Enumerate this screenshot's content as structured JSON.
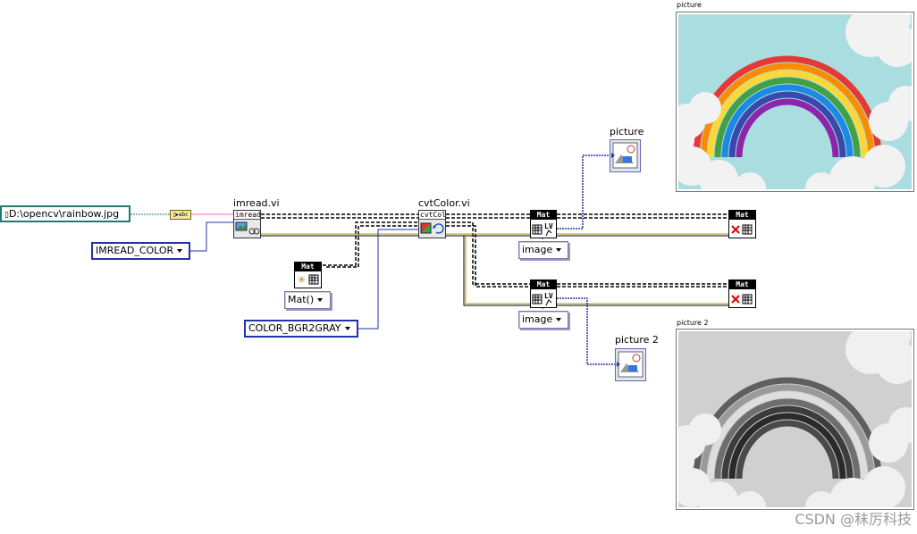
{
  "path_constant": "D:\\opencv\\rainbow.jpg",
  "nodes": {
    "imread": {
      "label": "imread.vi",
      "header": "imread"
    },
    "cvtcolor": {
      "label": "cvtColor.vi",
      "header": "cvtCol"
    }
  },
  "constants": {
    "imread_flag": "IMREAD_COLOR",
    "mat_constructor": "Mat()",
    "color_code": "COLOR_BGR2GRAY",
    "image_mode_1": "image",
    "image_mode_2": "image"
  },
  "mat_nodes": {
    "mat_header": "Mat",
    "lv_label": "LV"
  },
  "indicators": {
    "picture_label": "picture",
    "picture2_label": "picture 2"
  },
  "panels": {
    "picture_title": "picture",
    "picture2_title": "picture 2"
  },
  "watermark": "CSDN @秣厉科技",
  "colors": {
    "path_wire": "#ff66cc",
    "mat_wire": "#000000",
    "error_wire": "#b09a00",
    "enum_wire": "#2233aa",
    "path_border": "#1f7a73"
  }
}
